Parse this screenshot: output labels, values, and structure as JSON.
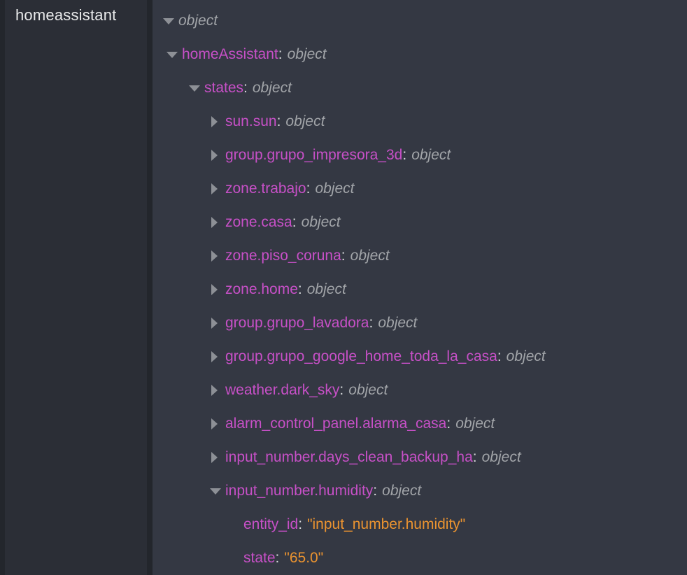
{
  "sidebar": {
    "label": "homeassistant"
  },
  "colors": {
    "main_bg": "#343843",
    "sidebar_bg": "#2b2e36",
    "divider": "#23262c",
    "key": "#c750c7",
    "type": "#a2a5a9",
    "value": "#ea9330",
    "colon": "#d9dbdd",
    "twisty": "#8d9096",
    "sidebar_label": "#e9eaeb"
  },
  "tree": {
    "rows": [
      {
        "level": 0,
        "state": "expanded",
        "key": "",
        "type": "object",
        "value": ""
      },
      {
        "level": 1,
        "state": "expanded",
        "key": "homeAssistant",
        "type": "object",
        "value": ""
      },
      {
        "level": 2,
        "state": "expanded",
        "key": "states",
        "type": "object",
        "value": ""
      },
      {
        "level": 3,
        "state": "collapsed",
        "key": "sun.sun",
        "type": "object",
        "value": ""
      },
      {
        "level": 3,
        "state": "collapsed",
        "key": "group.grupo_impresora_3d",
        "type": "object",
        "value": ""
      },
      {
        "level": 3,
        "state": "collapsed",
        "key": "zone.trabajo",
        "type": "object",
        "value": ""
      },
      {
        "level": 3,
        "state": "collapsed",
        "key": "zone.casa",
        "type": "object",
        "value": ""
      },
      {
        "level": 3,
        "state": "collapsed",
        "key": "zone.piso_coruna",
        "type": "object",
        "value": ""
      },
      {
        "level": 3,
        "state": "collapsed",
        "key": "zone.home",
        "type": "object",
        "value": ""
      },
      {
        "level": 3,
        "state": "collapsed",
        "key": "group.grupo_lavadora",
        "type": "object",
        "value": ""
      },
      {
        "level": 3,
        "state": "collapsed",
        "key": "group.grupo_google_home_toda_la_casa",
        "type": "object",
        "value": ""
      },
      {
        "level": 3,
        "state": "collapsed",
        "key": "weather.dark_sky",
        "type": "object",
        "value": ""
      },
      {
        "level": 3,
        "state": "collapsed",
        "key": "alarm_control_panel.alarma_casa",
        "type": "object",
        "value": ""
      },
      {
        "level": 3,
        "state": "collapsed",
        "key": "input_number.days_clean_backup_ha",
        "type": "object",
        "value": ""
      },
      {
        "level": 3,
        "state": "expanded",
        "key": "input_number.humidity",
        "type": "object",
        "value": ""
      },
      {
        "level": 4,
        "state": "leaf",
        "key": "entity_id",
        "type": "",
        "value": "\"input_number.humidity\""
      },
      {
        "level": 4,
        "state": "leaf",
        "key": "state",
        "type": "",
        "value": "\"65.0\""
      }
    ]
  }
}
